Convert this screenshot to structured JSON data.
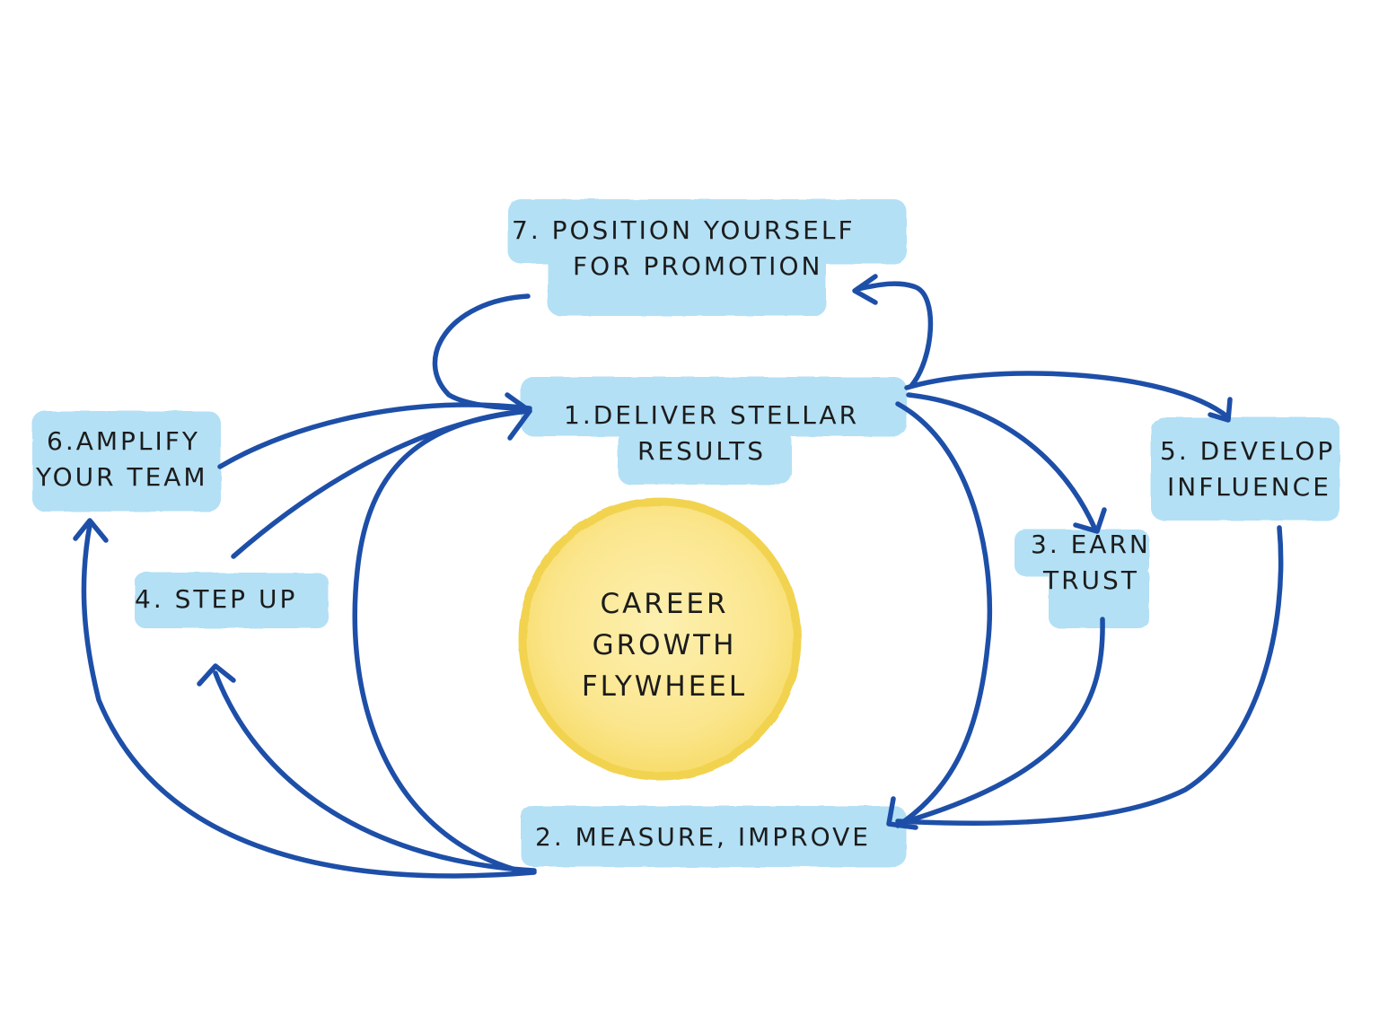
{
  "colors": {
    "highlight": "#b3e0f5",
    "arrow": "#1d4fa8",
    "hub_fill": "#fbe690",
    "hub_stroke": "#f0d24f",
    "text": "#1c1c1c"
  },
  "center": {
    "lines": [
      "CAREER",
      "GROWTH",
      "FLYWHEEL"
    ]
  },
  "steps": [
    {
      "id": "step-1",
      "lines": [
        "1.DELIVER STELLAR",
        "RESULTS"
      ]
    },
    {
      "id": "step-2",
      "lines": [
        "2. MEASURE, IMPROVE"
      ]
    },
    {
      "id": "step-3",
      "lines": [
        "3. EARN",
        "TRUST"
      ]
    },
    {
      "id": "step-4",
      "lines": [
        "4. STEP UP"
      ]
    },
    {
      "id": "step-5",
      "lines": [
        "5. DEVELOP",
        "INFLUENCE"
      ]
    },
    {
      "id": "step-6",
      "lines": [
        "6.AMPLIFY",
        "YOUR TEAM"
      ]
    },
    {
      "id": "step-7",
      "lines": [
        "7. POSITION YOURSELF",
        "FOR PROMOTION"
      ]
    }
  ]
}
